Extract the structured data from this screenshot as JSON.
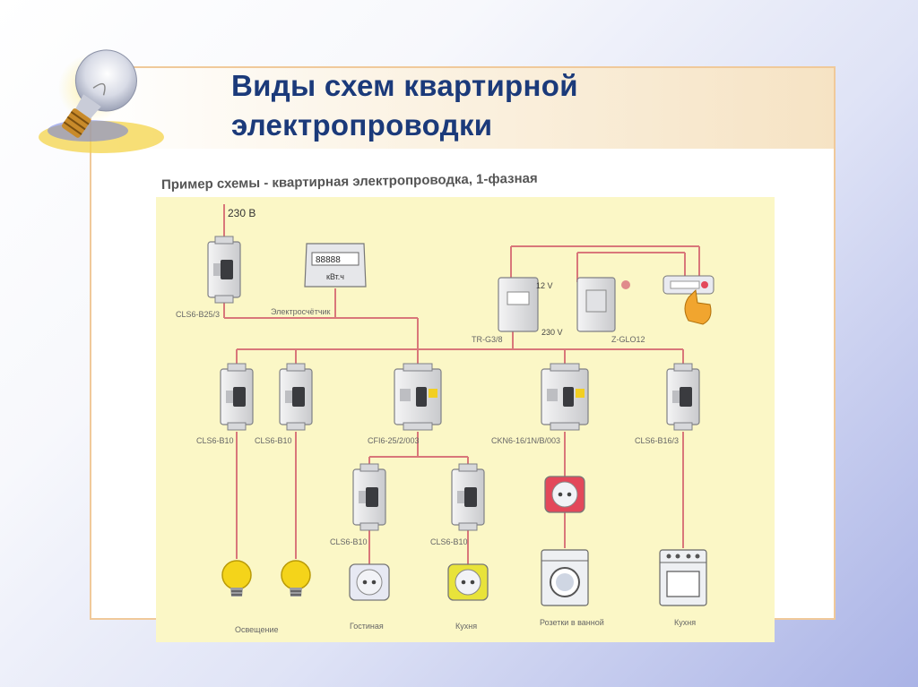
{
  "title": {
    "line1": "Виды схем квартирной",
    "line2": "электропроводки"
  },
  "diagram": {
    "caption": "Пример схемы - квартирная электропроводка, 1-фазная",
    "supply": "230 В",
    "main_breaker": "CLS6-B25/3",
    "meter_unit": "кВт.ч",
    "meter_label": "Электросчётчик",
    "transformer_label": "TR-G3/8",
    "transformer_out": "12 V",
    "transformer_in": "230 V",
    "relay_label": "Z-GLO12",
    "branches": {
      "b1": "CLS6-B10",
      "b2": "CLS6-B10",
      "rcd": "CFI6-25/2/003",
      "rcbo": "CKN6-16/1N/B/003",
      "b5": "CLS6-B16/3",
      "sub1": "CLS6-B10",
      "sub2": "CLS6-B10"
    },
    "loads": {
      "lighting": "Освещение",
      "living": "Гостиная",
      "kitchen1": "Кухня",
      "bathroom": "Розетки в ванной",
      "kitchen2": "Кухня"
    },
    "colors": {
      "wire": "#d9777a",
      "panel": "#fbf7c6",
      "breaker_body": "#dfe0e2",
      "bulb": "#f4d41a",
      "socket_yellow": "#e8e33a",
      "socket_red": "#e3485a"
    }
  }
}
